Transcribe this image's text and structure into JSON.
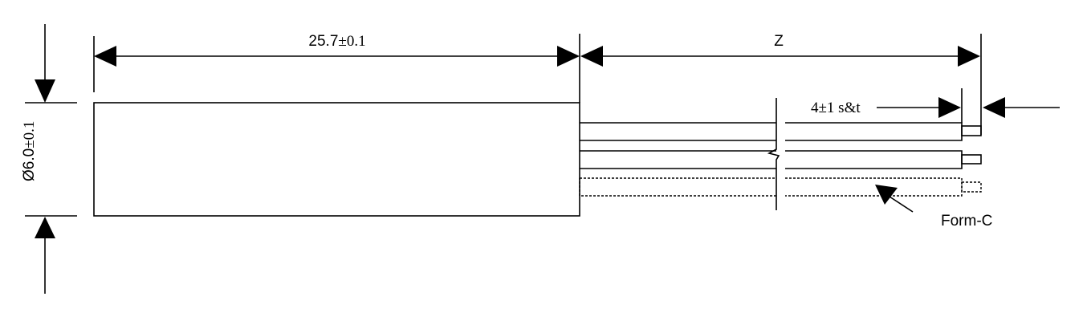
{
  "dimensions": {
    "length": {
      "value": "25.7",
      "tolerance": "±0.1"
    },
    "lead_length": {
      "label": "Z"
    },
    "diameter": {
      "value": "Ø6.0",
      "tolerance": "±0.1"
    },
    "strip_tin": {
      "value": "4",
      "tolerance": "±1 s&t"
    }
  },
  "annotations": {
    "form_c": "Form-C"
  }
}
